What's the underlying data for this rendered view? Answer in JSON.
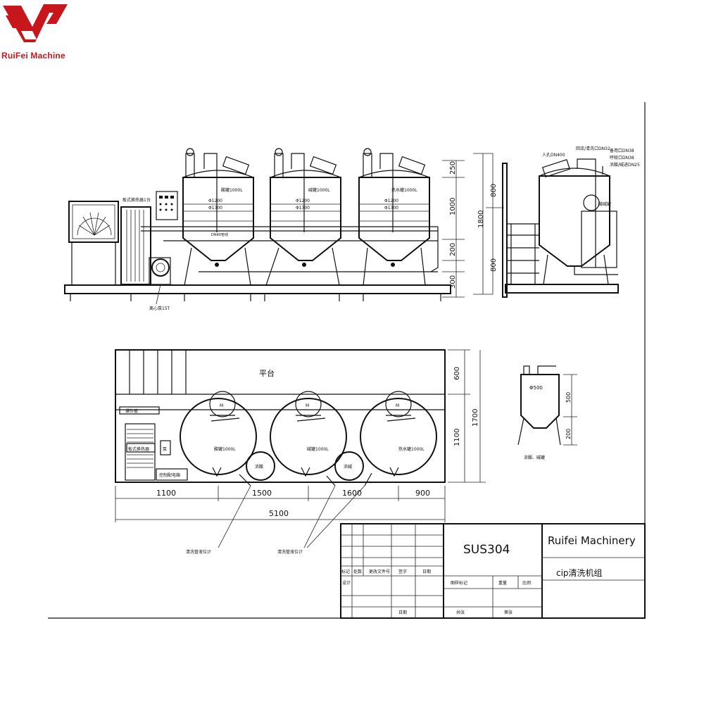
{
  "logo": {
    "company": "RuiFei Machine",
    "brand_color": "#c8161d"
  },
  "front_view": {
    "tanks": [
      {
        "label": "酸罐1000L",
        "dia1": "Φ1200",
        "dia2": "Φ1300"
      },
      {
        "label": "碱罐1000L",
        "dia1": "Φ1200",
        "dia2": "Φ1300"
      },
      {
        "label": "热水罐1000L",
        "dia1": "Φ1200",
        "dia2": "Φ1300"
      }
    ],
    "heat_exchanger": "板式换热器1台",
    "pump": "离心泵15T",
    "pipe": "DN40管线",
    "dims_right": [
      "250",
      "800",
      "1000",
      "1800",
      "200",
      "800",
      "300"
    ]
  },
  "side_view": {
    "notes": [
      "回流/清洗口DN32",
      "备用口DN38",
      "人孔DN400",
      "呼吸口DN38",
      "浓酸/碱进DN25"
    ],
    "tank_label": "酸碱罐"
  },
  "plan_view": {
    "platform": "平台",
    "control_panel": "操作板",
    "heat_exchanger": "板式换热器",
    "pump_box": "泵",
    "electric_cabinet": "控制配电箱",
    "tanks": [
      "酸罐1000L",
      "碱罐1000L",
      "热水罐1000L"
    ],
    "small_tanks": [
      "浓酸",
      "浓碱"
    ],
    "tank_mark": "M",
    "dims_bottom": [
      "1100",
      "1500",
      "1600",
      "900"
    ],
    "total": "5100",
    "dims_right": [
      "600",
      "1700",
      "1100"
    ],
    "level_gauges": [
      "清洗管液位计",
      "清洗管液位计"
    ]
  },
  "small_tank_view": {
    "dia": "Φ500",
    "h1": "500",
    "h2": "200",
    "label": "浓酸、碱罐"
  },
  "title_block": {
    "material": "SUS304",
    "company": "Ruifei Machinery",
    "product": "cip清洗机组",
    "headers": [
      "标记",
      "处数",
      "更改文件号",
      "签字",
      "日期"
    ],
    "row_labels": [
      "设计",
      "日期"
    ],
    "mid_labels": [
      "图样标记",
      "重量",
      "比例"
    ],
    "bottom_labels": [
      "共张",
      "第张"
    ]
  }
}
